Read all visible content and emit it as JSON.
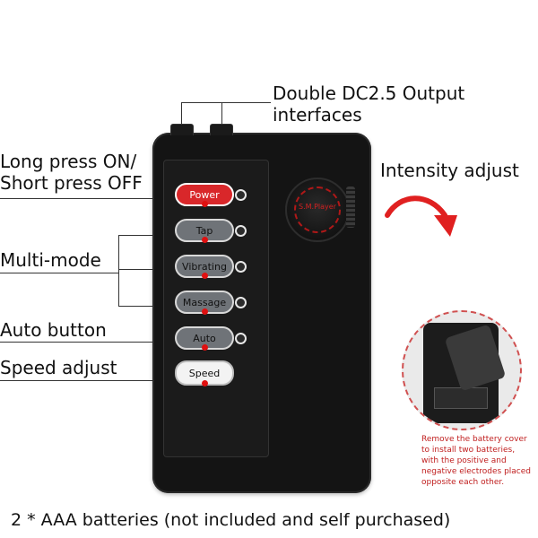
{
  "labels": {
    "output": [
      "Double DC2.5 Output",
      "interfaces"
    ],
    "power": [
      "Long press ON/",
      "Short press OFF"
    ],
    "multimode": "Multi-mode",
    "auto": "Auto button",
    "speed": "Speed adjust",
    "intensity": "Intensity adjust",
    "footer": "2 * AAA batteries (not included and self purchased)"
  },
  "buttons": {
    "power": "Power",
    "tap": "Tap",
    "vibrating": "Vibrating",
    "massage": "Massage",
    "auto": "Auto",
    "speed": "Speed"
  },
  "knob_label": "S.M.Player",
  "battery_note": [
    "Remove the battery cover",
    "to install two batteries,",
    "with the positive and",
    "negative electrodes placed",
    "opposite each other."
  ],
  "colors": {
    "device": "#141414",
    "power_button": "#d9272a",
    "accent_red": "#d02020"
  }
}
